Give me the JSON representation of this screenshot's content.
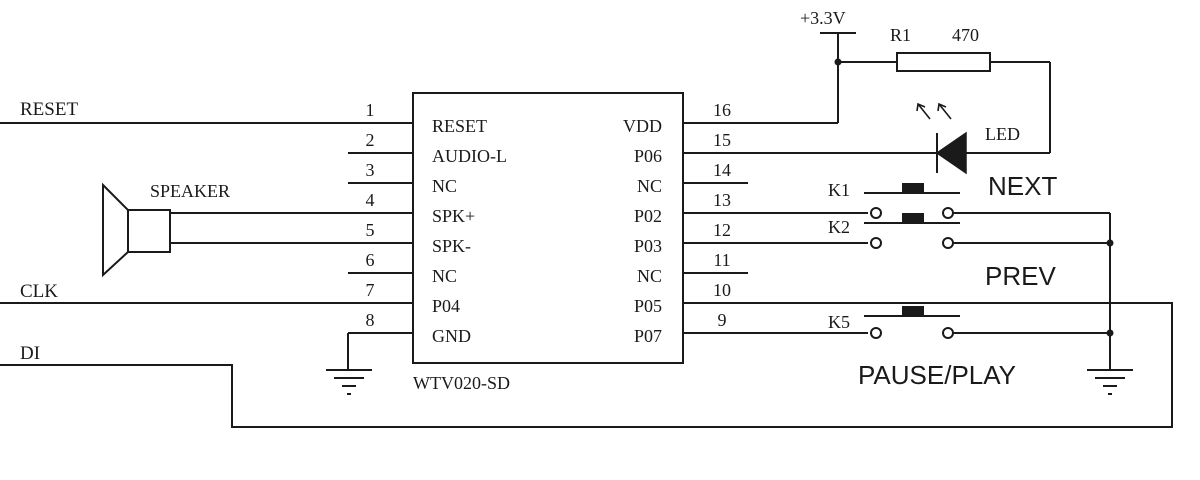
{
  "chip": {
    "name": "WTV020-SD",
    "pins_left": [
      {
        "num": "1",
        "label": "RESET"
      },
      {
        "num": "2",
        "label": "AUDIO-L"
      },
      {
        "num": "3",
        "label": "NC"
      },
      {
        "num": "4",
        "label": "SPK+"
      },
      {
        "num": "5",
        "label": "SPK-"
      },
      {
        "num": "6",
        "label": "NC"
      },
      {
        "num": "7",
        "label": "P04"
      },
      {
        "num": "8",
        "label": "GND"
      }
    ],
    "pins_right": [
      {
        "num": "16",
        "label": "VDD"
      },
      {
        "num": "15",
        "label": "P06"
      },
      {
        "num": "14",
        "label": "NC"
      },
      {
        "num": "13",
        "label": "P02"
      },
      {
        "num": "12",
        "label": "P03"
      },
      {
        "num": "11",
        "label": "NC"
      },
      {
        "num": "10",
        "label": "P05"
      },
      {
        "num": "9",
        "label": "P07"
      }
    ]
  },
  "signals": {
    "reset": "RESET",
    "clk": "CLK",
    "di": "DI"
  },
  "speaker": {
    "label": "SPEAKER"
  },
  "power": {
    "label": "+3.3V"
  },
  "resistor": {
    "ref": "R1",
    "value": "470"
  },
  "led": {
    "label": "LED"
  },
  "switches": {
    "k1": "K1",
    "k2": "K2",
    "k5": "K5"
  },
  "buttons": {
    "next": "NEXT",
    "prev": "PREV",
    "pause_play": "PAUSE/PLAY"
  }
}
